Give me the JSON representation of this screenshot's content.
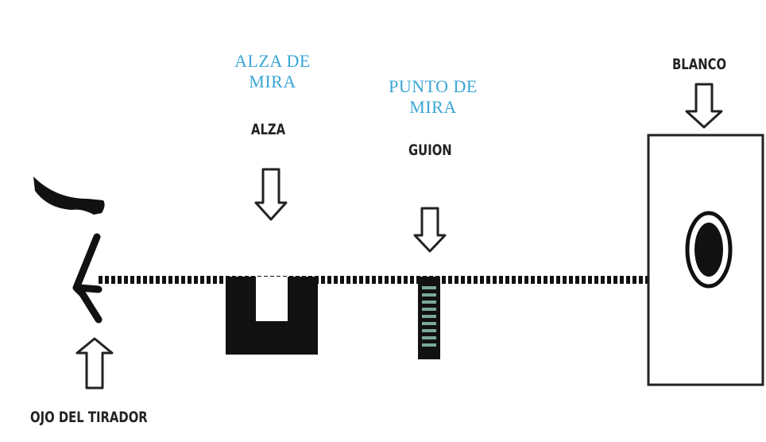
{
  "labels": {
    "alza_de_mira": [
      "ALZA DE",
      "MIRA"
    ],
    "alza": "ALZA",
    "punto_de_mira": [
      "PUNTO DE",
      "MIRA"
    ],
    "guion": "GUION",
    "blanco": "BLANCO",
    "ojo_del_tirador": "OJO DEL TIRADOR"
  },
  "colors": {
    "blue_label": "#3aa6d6",
    "ink": "#111111",
    "stripe": "#7aa89a"
  }
}
